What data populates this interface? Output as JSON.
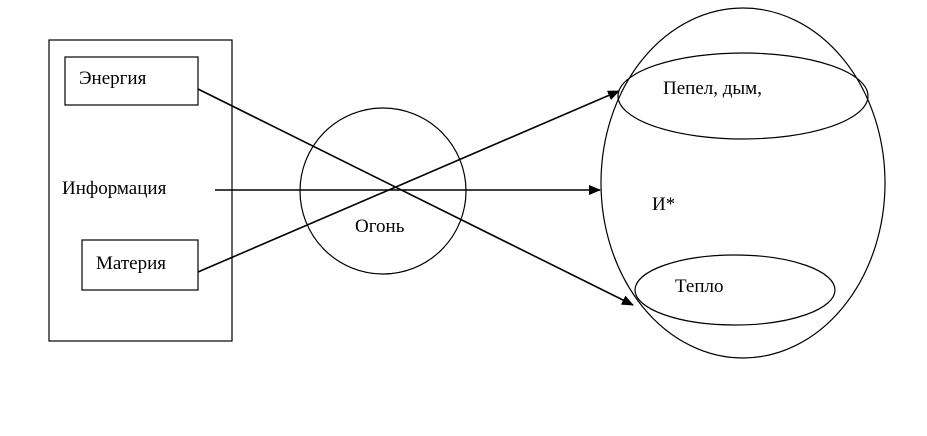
{
  "inputs": {
    "energy": "Энергия",
    "information": "Информация",
    "matter": "Материя"
  },
  "process": {
    "fire": "Огонь"
  },
  "outputs": {
    "ash_smoke": "Пепел, дым,",
    "info_star": "И*",
    "heat": "Тепло"
  },
  "colors": {
    "stroke": "#000000",
    "background": "#ffffff"
  }
}
